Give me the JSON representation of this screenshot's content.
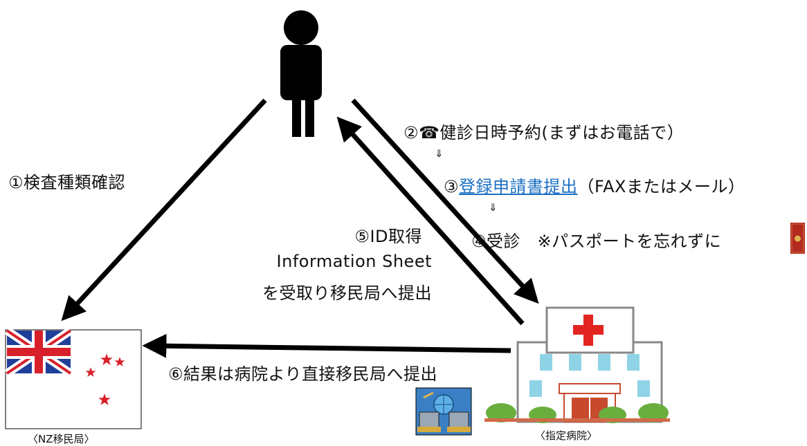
{
  "steps": {
    "step1": "①検査種類確認",
    "step2": "②☎健診日時予約(まずはお電話で）",
    "arrow_down_1": "⇓",
    "step3_num": "③",
    "step3_link": "登録申請書提出",
    "step3_suffix": "（FAXまたはメール）",
    "arrow_down_2": "⇓",
    "step4": "④受診　※パスポートを忘れずに",
    "step5_line1": "⑤ID取得",
    "step5_line2": "Information Sheet",
    "step5_line3": "を受取り移民局へ提出",
    "step6": "⑥結果は病院より直接移民局へ提出"
  },
  "captions": {
    "immigration": "〈NZ移民局〉",
    "hospital": "〈指定病院〉"
  },
  "icons": {
    "person": "person-silhouette-icon",
    "flag": "new-zealand-flag-icon",
    "hospital": "hospital-building-icon",
    "passport": "passport-icon",
    "network": "computer-network-icon"
  },
  "colors": {
    "arrow": "#000000",
    "link": "#1a6fc4",
    "flag_blue": "#1f3f9a",
    "flag_red": "#d8202a",
    "hospital_red": "#e32521",
    "hospital_window": "#8fd3e6",
    "bush": "#6aae3e"
  }
}
